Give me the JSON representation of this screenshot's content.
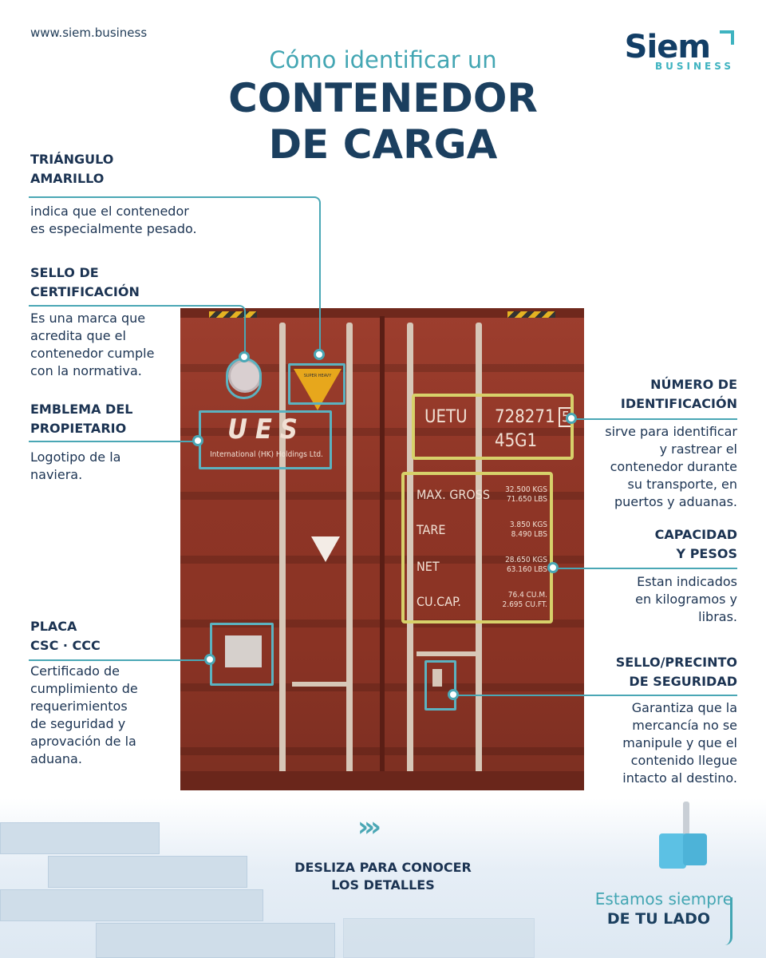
{
  "header": {
    "url": "www.siem.business",
    "logo_word": "Siem",
    "logo_sub": "BUSINESS",
    "subtitle": "Cómo identificar un",
    "title_line1": "CONTENEDOR",
    "title_line2": "DE CARGA"
  },
  "left_items": [
    {
      "title1": "TRIÁNGULO",
      "title2": "AMARILLO",
      "desc": [
        "indica que el contenedor",
        "es especialmente pesado."
      ]
    },
    {
      "title1": "SELLO DE",
      "title2": "CERTIFICACIÓN",
      "desc": [
        "Es una marca que",
        "acredita que el",
        "contenedor cumple",
        "con la normativa."
      ]
    },
    {
      "title1": "EMBLEMA DEL",
      "title2": "PROPIETARIO",
      "desc": [
        "Logotipo de la",
        "naviera."
      ]
    },
    {
      "title1": "PLACA",
      "title2": "CSC · CCC",
      "desc": [
        "Certificado de",
        "cumplimiento de",
        "requerimientos",
        "de seguridad y",
        "aprovación de la",
        "aduana."
      ]
    }
  ],
  "right_items": [
    {
      "title1": "NÚMERO DE",
      "title2": "IDENTIFICACIÓN",
      "desc": [
        "sirve para identificar",
        "y rastrear el",
        "contenedor durante",
        "su transporte, en",
        "puertos y aduanas."
      ]
    },
    {
      "title1": "CAPACIDAD",
      "title2": "Y PESOS",
      "desc": [
        "Estan indicados",
        "en kilogramos y",
        "libras."
      ]
    },
    {
      "title1": "SELLO/PRECINTO",
      "title2": "DE SEGURIDAD",
      "desc": [
        "Garantiza que la",
        "mercancía no se",
        "manipule y que el",
        "contenido llegue",
        "intacto al destino."
      ]
    }
  ],
  "container": {
    "owner_logo": "UES",
    "owner_name": "International (HK) Holdings Ltd.",
    "id_prefix": "UETU",
    "id_number": "728271",
    "check_digit": "5",
    "type_code": "45G1",
    "weights": [
      {
        "label": "MAX. GROSS",
        "kg": "32.500 KGS",
        "lb": "71.650 LBS"
      },
      {
        "label": "TARE",
        "kg": "3.850 KGS",
        "lb": "8.490 LBS"
      },
      {
        "label": "NET",
        "kg": "28.650 KGS",
        "lb": "63.160 LBS"
      },
      {
        "label": "CU.CAP.",
        "kg": "76.4 CU.M.",
        "lb": "2.695 CU.FT."
      }
    ],
    "triangle_label": "SUPER HEAVY"
  },
  "cta": {
    "line1": "DESLIZA PARA CONOCER",
    "line2": "LOS DETALLES",
    "chevrons": "›››"
  },
  "tagline": {
    "line1": "Estamos siempre",
    "line2": "DE TU LADO"
  },
  "colors": {
    "navy": "#1b3f5f",
    "teal": "#4aa7b5",
    "container": "#8e3526",
    "highlight": "#d7d16a"
  }
}
